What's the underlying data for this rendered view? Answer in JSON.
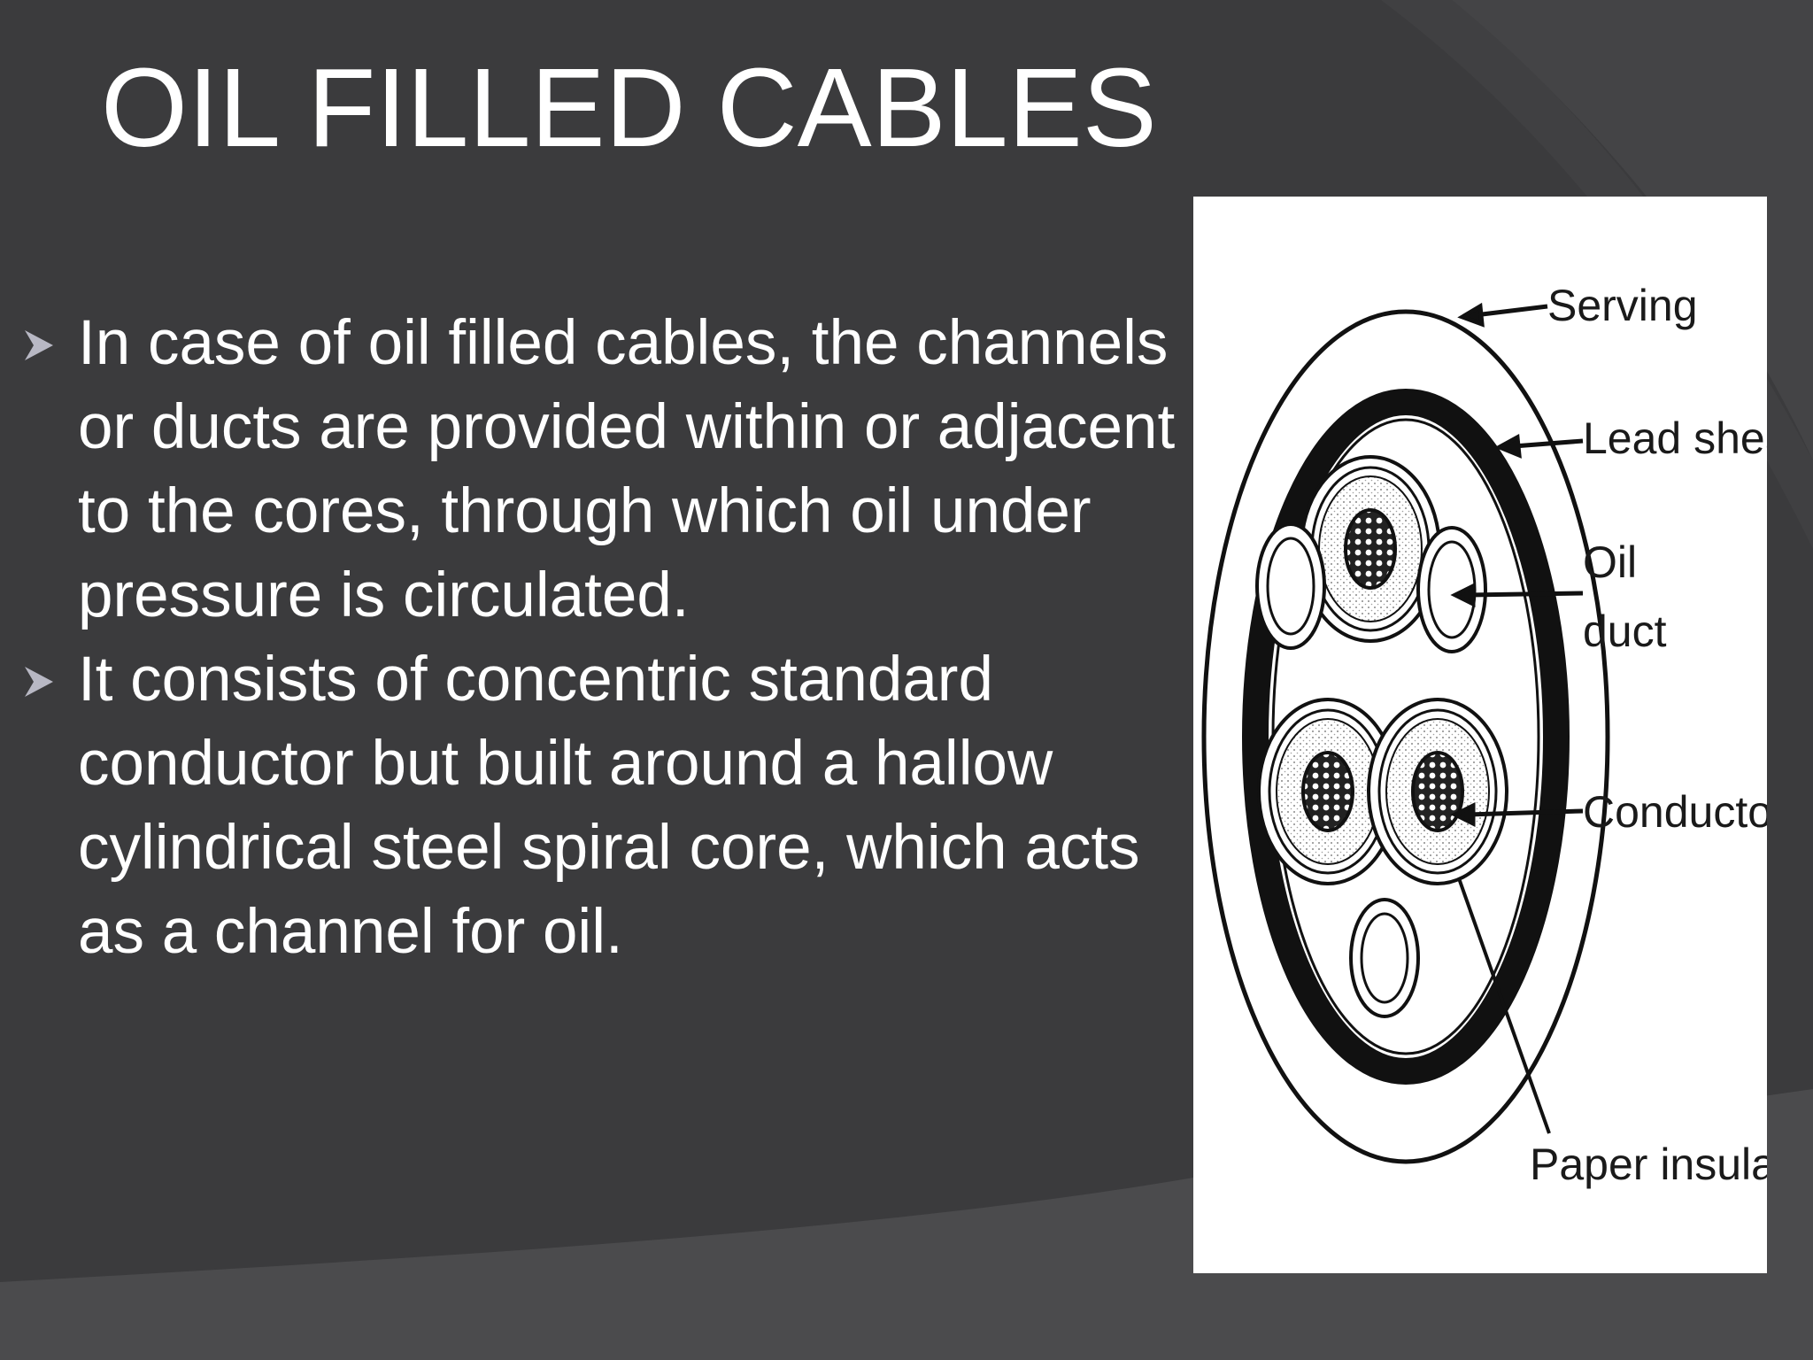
{
  "slide": {
    "title": "OIL FILLED CABLES",
    "bullets": [
      "In case of oil filled cables, the channels or ducts are provided within or adjacent to the cores, through which oil under pressure is circulated.",
      "It consists of concentric standard conductor but built around a hallow cylindrical steel spiral core, which acts as a channel for oil."
    ]
  },
  "figure": {
    "labels": {
      "serving": "Serving",
      "lead_sheath": "Lead sheath",
      "oil_duct_line1": "Oil",
      "oil_duct_line2": "duct",
      "conductor": "Conductor",
      "paper_insulation": "Paper insulation"
    }
  },
  "colors": {
    "background": "#3b3b3d",
    "accent_shape": "#454547",
    "text": "#ffffff",
    "bullet_marker": "#b8b8c4"
  }
}
